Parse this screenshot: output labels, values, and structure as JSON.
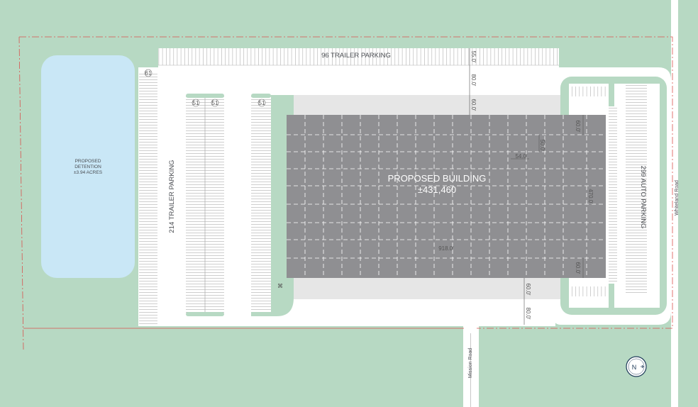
{
  "building": {
    "title": "PROPOSED BUILDING",
    "area": "±431,460"
  },
  "detention": {
    "line1": "PROPOSED",
    "line2": "DETENTION",
    "line3": "±3.94 ACRES"
  },
  "parking": {
    "trailer_top": "96 TRAILER PARKING",
    "trailer_left": "214 TRAILER PARKING",
    "auto_right": "299 AUTO PARKING"
  },
  "stall_counts": {
    "top_left": "61",
    "row_a": "51",
    "row_b": "51",
    "row_c": "51"
  },
  "dimensions": {
    "top_setback": "55.0'",
    "top_drive": "80.0'",
    "top_truck": "60.0'",
    "east_top": "60.0'",
    "bay_depth": "50.0'",
    "bay_width": "54.0'",
    "building_depth": "470.0'",
    "building_length": "918.0'",
    "east_bottom": "60.0'",
    "bottom_truck": "60.0'",
    "bottom_drive": "80.0'"
  },
  "roads": {
    "east": "Whiteland Road",
    "south": "Mission Road"
  },
  "north_arrow": "N",
  "colors": {
    "background": "#b7d9c3",
    "pavement": "#ffffff",
    "building": "#8f8f92",
    "truck_court": "#e6e6e6",
    "detention": "#c9e7f6",
    "property_line": "#d9534f",
    "text": "#4a4d52"
  }
}
